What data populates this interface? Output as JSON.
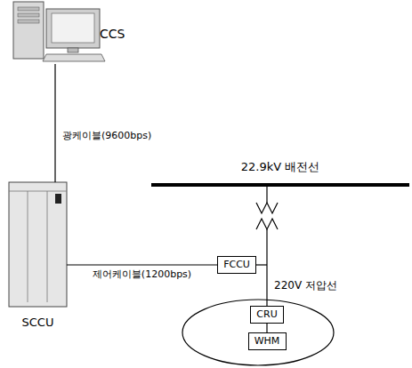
{
  "diagram": {
    "nodes": [
      {
        "text": [
          "CCS"
        ]
      },
      {
        "text": [
          "SCCU"
        ]
      },
      {
        "text": [
          "FCCU"
        ]
      },
      {
        "text": [
          "CRU"
        ]
      },
      {
        "text": [
          "WHM"
        ]
      }
    ],
    "edges": [
      {
        "from": 0,
        "to": 1,
        "arrow": "none",
        "label": "광케이블(9600bps)"
      },
      {
        "from": 1,
        "to": 2,
        "arrow": "none",
        "label": "제어케이블(1200bps)"
      },
      {
        "from": 3,
        "to": 4,
        "arrow": "none"
      }
    ],
    "labels": [
      "22.9kV 배전선",
      "220V 저압선"
    ]
  }
}
